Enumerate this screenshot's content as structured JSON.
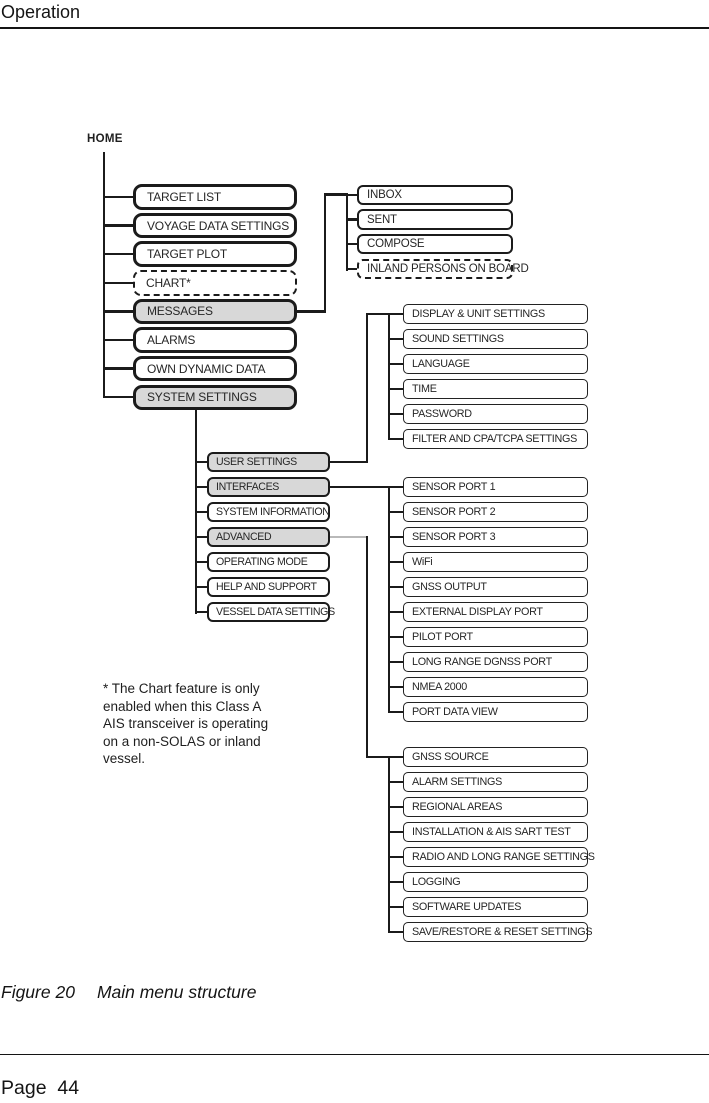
{
  "page": {
    "header_title": "Operation",
    "figure_caption_label": "Figure 20",
    "figure_caption_title": "Main menu structure",
    "page_label": "Page  44"
  },
  "diagram": {
    "root_label": "HOME",
    "main_menu": {
      "items": [
        {
          "label": "TARGET LIST",
          "variant": "solid"
        },
        {
          "label": "VOYAGE DATA SETTINGS",
          "variant": "solid"
        },
        {
          "label": "TARGET PLOT",
          "variant": "solid"
        },
        {
          "label": "CHART*",
          "variant": "dashed"
        },
        {
          "label": "MESSAGES",
          "variant": "gray"
        },
        {
          "label": "ALARMS",
          "variant": "solid"
        },
        {
          "label": "OWN DYNAMIC DATA",
          "variant": "solid"
        },
        {
          "label": "SYSTEM SETTINGS",
          "variant": "gray"
        }
      ]
    },
    "messages_submenu": {
      "items": [
        {
          "label": "INBOX",
          "variant": "solid"
        },
        {
          "label": "SENT",
          "variant": "solid"
        },
        {
          "label": "COMPOSE",
          "variant": "solid"
        },
        {
          "label": "INLAND PERSONS ON BOARD",
          "variant": "dashed"
        }
      ]
    },
    "system_settings_submenu": {
      "items": [
        {
          "label": "USER SETTINGS",
          "variant": "gray"
        },
        {
          "label": "INTERFACES",
          "variant": "gray"
        },
        {
          "label": "SYSTEM INFORMATION",
          "variant": "solid"
        },
        {
          "label": "ADVANCED",
          "variant": "gray"
        },
        {
          "label": "OPERATING MODE",
          "variant": "solid"
        },
        {
          "label": "HELP AND SUPPORT",
          "variant": "solid"
        },
        {
          "label": "VESSEL DATA SETTINGS",
          "variant": "solid"
        }
      ]
    },
    "user_settings_submenu": {
      "items": [
        {
          "label": "DISPLAY & UNIT SETTINGS",
          "variant": "solid"
        },
        {
          "label": "SOUND SETTINGS",
          "variant": "solid"
        },
        {
          "label": "LANGUAGE",
          "variant": "solid"
        },
        {
          "label": "TIME",
          "variant": "solid"
        },
        {
          "label": "PASSWORD",
          "variant": "solid"
        },
        {
          "label": "FILTER AND CPA/TCPA SETTINGS",
          "variant": "solid"
        }
      ]
    },
    "interfaces_submenu": {
      "items": [
        {
          "label": "SENSOR PORT 1",
          "variant": "solid"
        },
        {
          "label": "SENSOR PORT 2",
          "variant": "solid"
        },
        {
          "label": "SENSOR PORT 3",
          "variant": "solid"
        },
        {
          "label": "WiFi",
          "variant": "solid"
        },
        {
          "label": "GNSS OUTPUT",
          "variant": "solid"
        },
        {
          "label": "EXTERNAL DISPLAY PORT",
          "variant": "solid"
        },
        {
          "label": "PILOT PORT",
          "variant": "solid"
        },
        {
          "label": "LONG RANGE DGNSS PORT",
          "variant": "solid"
        },
        {
          "label": "NMEA 2000",
          "variant": "solid"
        },
        {
          "label": "PORT DATA VIEW",
          "variant": "solid"
        }
      ]
    },
    "advanced_submenu": {
      "items": [
        {
          "label": "GNSS SOURCE",
          "variant": "solid"
        },
        {
          "label": "ALARM SETTINGS",
          "variant": "solid"
        },
        {
          "label": "REGIONAL AREAS",
          "variant": "solid"
        },
        {
          "label": "INSTALLATION & AIS SART TEST",
          "variant": "solid"
        },
        {
          "label": "RADIO AND LONG RANGE SETTINGS",
          "variant": "solid"
        },
        {
          "label": "LOGGING",
          "variant": "solid"
        },
        {
          "label": "SOFTWARE UPDATES",
          "variant": "solid"
        },
        {
          "label": "SAVE/RESTORE & RESET SETTINGS",
          "variant": "solid"
        }
      ]
    },
    "footnote_lines": [
      "* The Chart feature is only",
      "enabled when this Class A",
      "AIS transceiver is operating",
      "on a non-SOLAS or inland",
      "vessel."
    ]
  }
}
